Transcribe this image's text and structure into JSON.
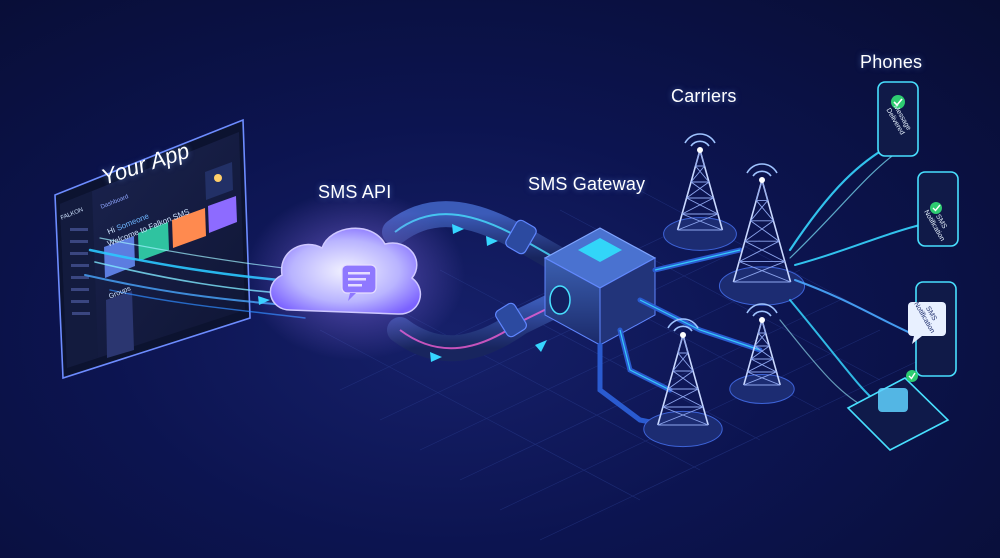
{
  "labels": {
    "app": "Your App",
    "api": "SMS API",
    "gateway": "SMS Gateway",
    "carriers": "Carriers",
    "phones": "Phones"
  },
  "app_screen": {
    "brand": "FALKON",
    "tab": "Dashboard",
    "greeting": "Hi",
    "user": "Someone",
    "welcome": "Welcome to Falkon SMS",
    "section": "Groups"
  },
  "phone_messages": {
    "phone1": "Message Delivered",
    "phone2": "SMS Notification",
    "phone3": "SMS Notification"
  },
  "colors": {
    "accent": "#36d6ff",
    "glow": "#8f6bff",
    "check": "#2ecc71"
  }
}
